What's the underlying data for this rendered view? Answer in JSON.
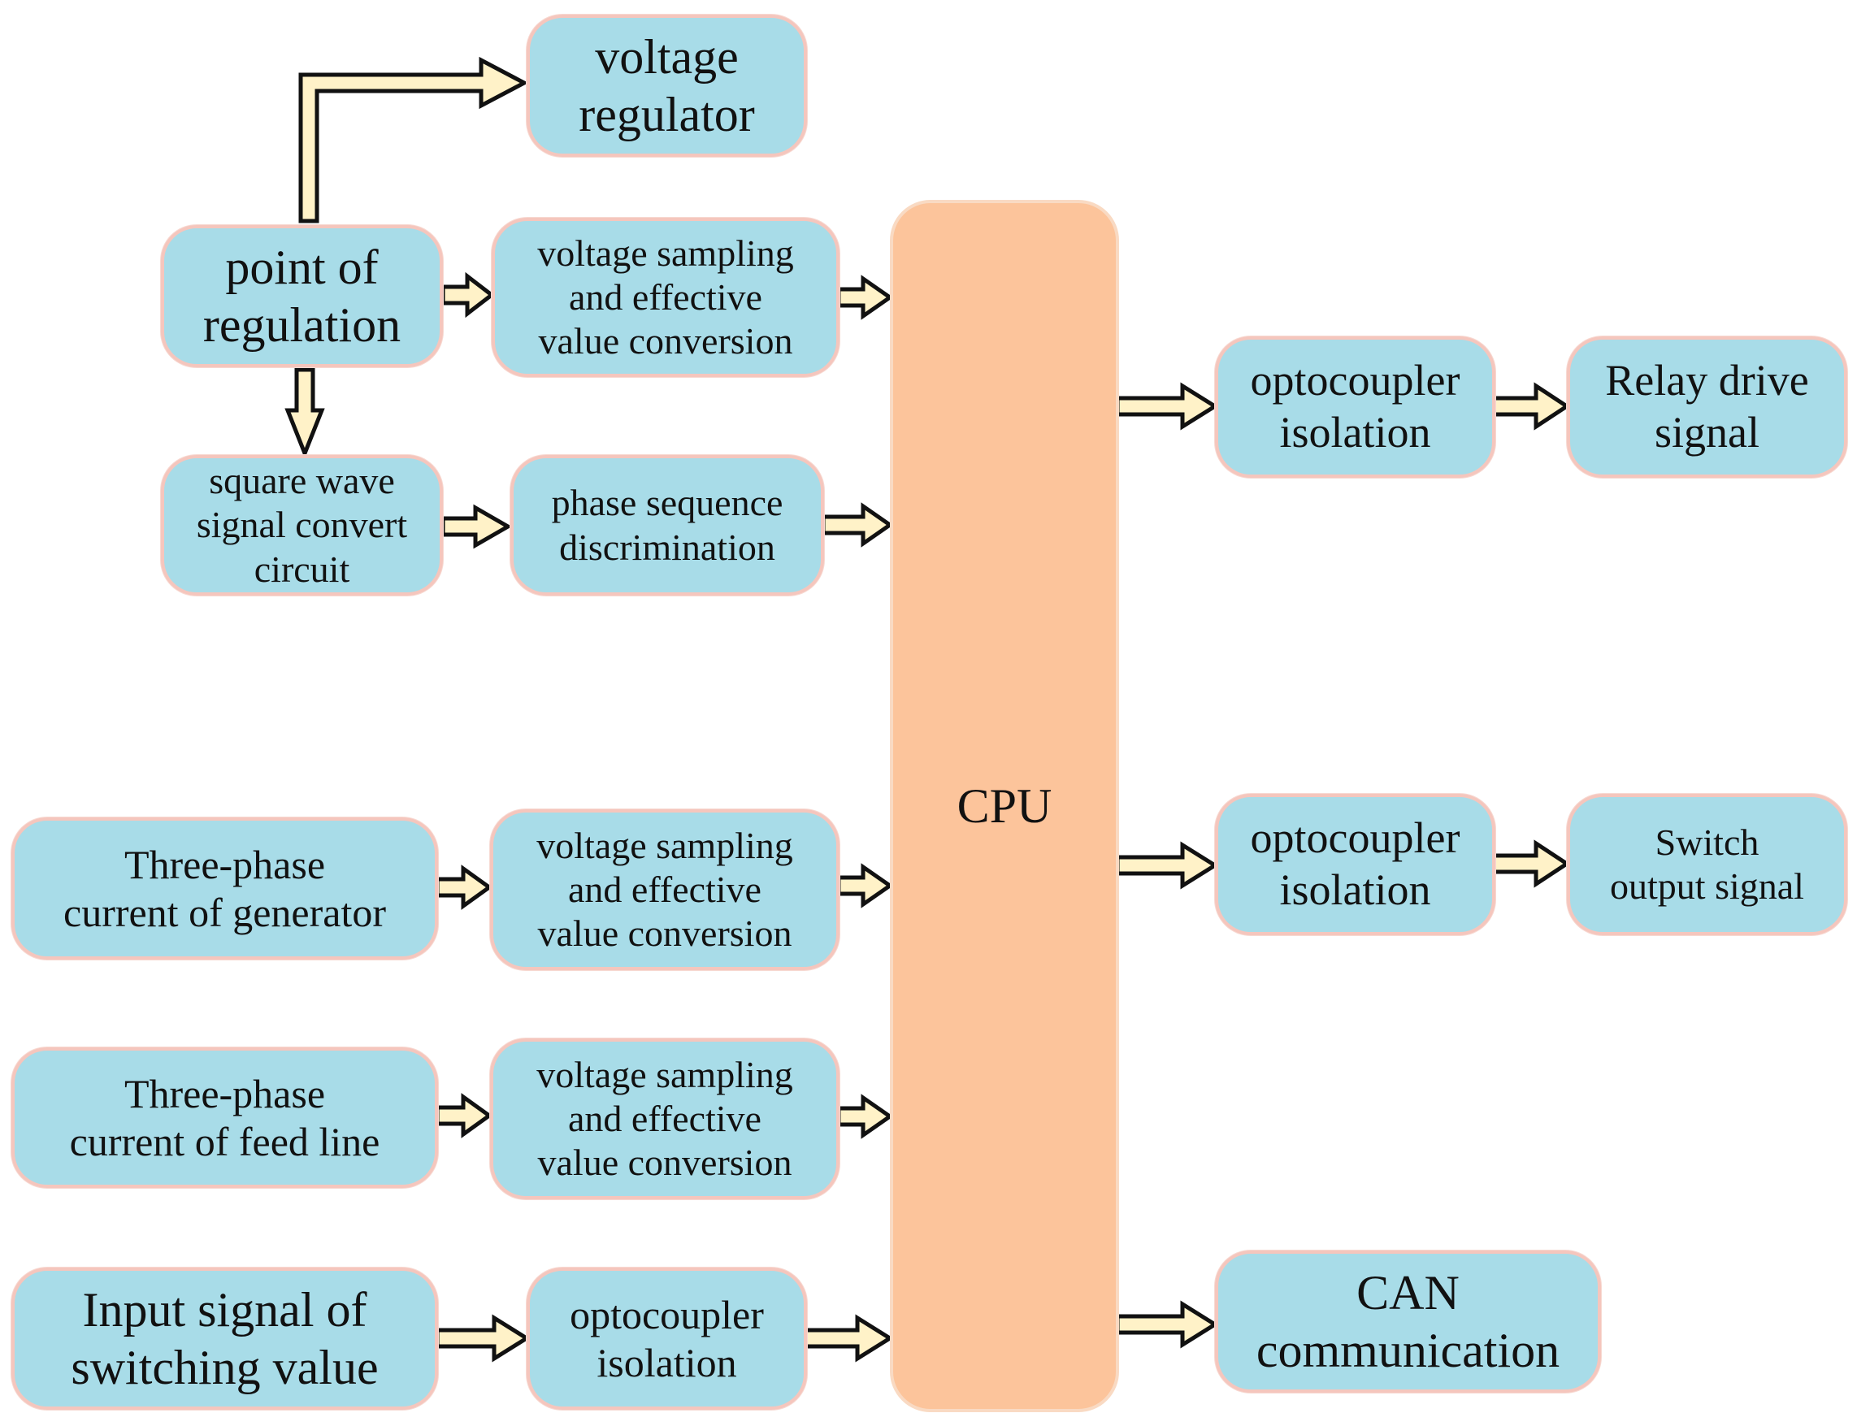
{
  "diagram": {
    "nodes": {
      "voltage_regulator": "voltage\nregulator",
      "point_of_regulation": "point of\nregulation",
      "voltage_sampling_1": "voltage sampling\nand effective\nvalue conversion",
      "square_wave": "square wave\nsignal convert\ncircuit",
      "phase_sequence": "phase sequence\ndiscrimination",
      "cpu": "CPU",
      "optocoupler_relay": "optocoupler\nisolation",
      "relay_drive": "Relay drive\nsignal",
      "gen_current": "Three-phase\ncurrent of generator",
      "voltage_sampling_2": "voltage sampling\nand effective\nvalue conversion",
      "optocoupler_switch": "optocoupler\nisolation",
      "switch_output": "Switch\noutput signal",
      "feed_current": "Three-phase\ncurrent of feed line",
      "voltage_sampling_3": "voltage sampling\nand effective\nvalue conversion",
      "input_switching": "Input signal of\nswitching value",
      "optocoupler_input": "optocoupler\nisolation",
      "can": "CAN\ncommunication"
    },
    "colors": {
      "box_fill": "#a8dce8",
      "box_border": "#f5c6bd",
      "cpu_fill": "#fcc49b",
      "arrow_fill": "#fff2c8",
      "arrow_stroke": "#111111"
    },
    "edges": [
      {
        "from": "point_of_regulation",
        "to": "voltage_regulator"
      },
      {
        "from": "point_of_regulation",
        "to": "voltage_sampling_1"
      },
      {
        "from": "point_of_regulation",
        "to": "square_wave"
      },
      {
        "from": "voltage_sampling_1",
        "to": "cpu"
      },
      {
        "from": "square_wave",
        "to": "phase_sequence"
      },
      {
        "from": "phase_sequence",
        "to": "cpu"
      },
      {
        "from": "gen_current",
        "to": "voltage_sampling_2"
      },
      {
        "from": "voltage_sampling_2",
        "to": "cpu"
      },
      {
        "from": "feed_current",
        "to": "voltage_sampling_3"
      },
      {
        "from": "voltage_sampling_3",
        "to": "cpu"
      },
      {
        "from": "input_switching",
        "to": "optocoupler_input"
      },
      {
        "from": "optocoupler_input",
        "to": "cpu"
      },
      {
        "from": "cpu",
        "to": "optocoupler_relay"
      },
      {
        "from": "optocoupler_relay",
        "to": "relay_drive"
      },
      {
        "from": "cpu",
        "to": "optocoupler_switch"
      },
      {
        "from": "optocoupler_switch",
        "to": "switch_output"
      },
      {
        "from": "cpu",
        "to": "can"
      }
    ]
  }
}
